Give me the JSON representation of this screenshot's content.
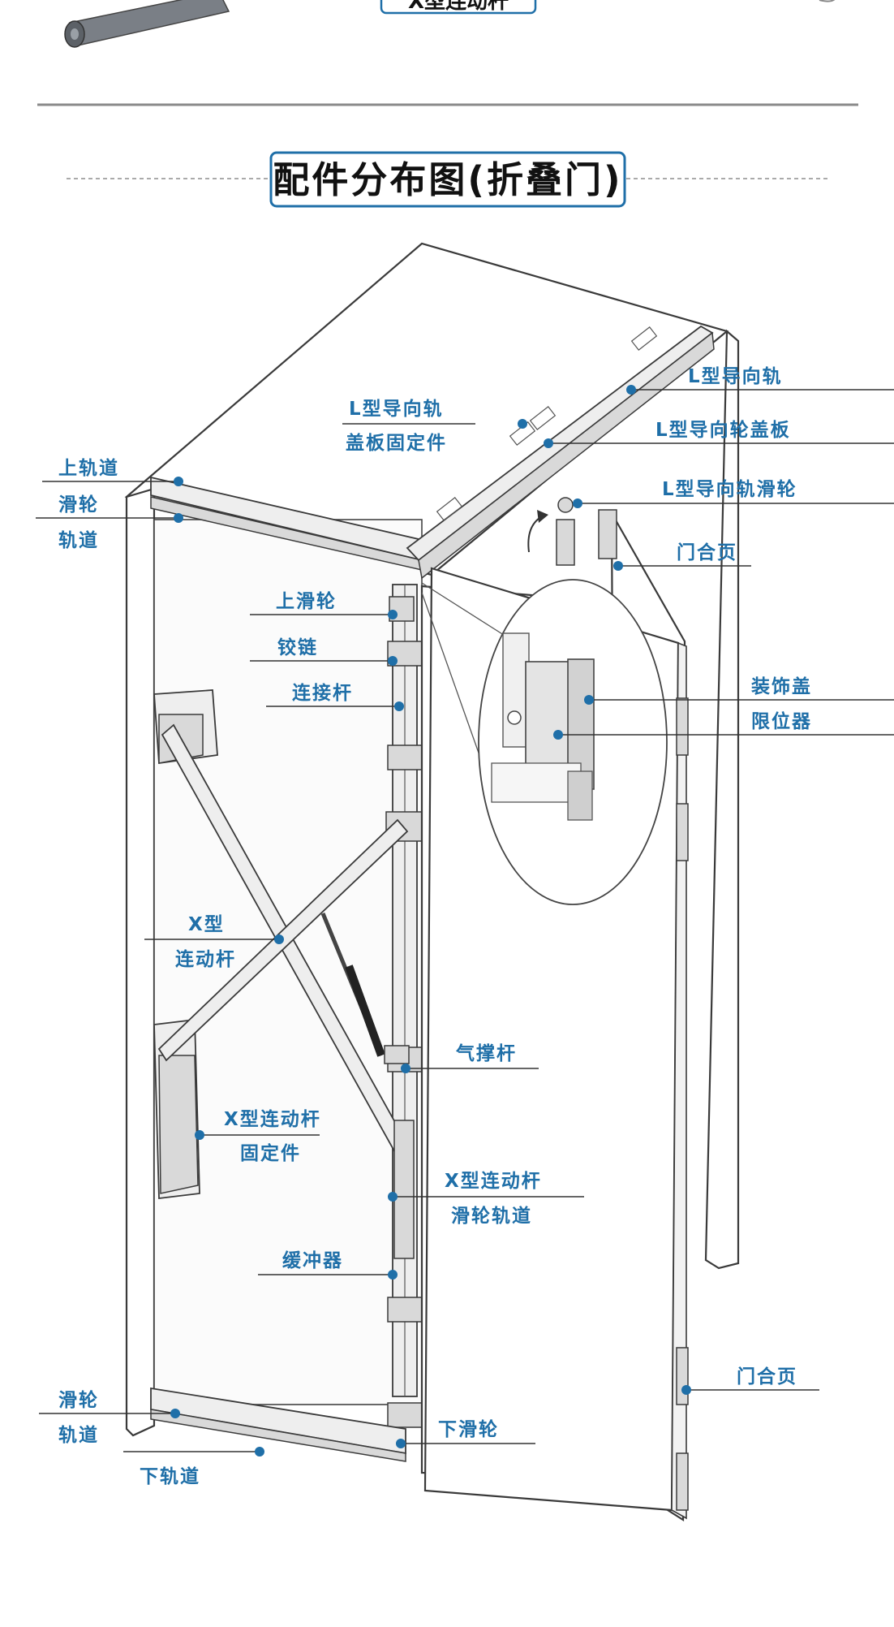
{
  "top_banner": {
    "text": "X型连动杆"
  },
  "section_title": "配件分布图(折叠门)",
  "labels": {
    "l_guide_rail": "L型导向轨",
    "l_guide_cover_fix_1": "L型导向轨",
    "l_guide_cover_fix_2": "盖板固定件",
    "l_guide_wheel_cover": "L型导向轮盖板",
    "top_track": "上轨道",
    "pulley_track_top_1": "滑轮",
    "pulley_track_top_2": "轨道",
    "l_guide_rail_pulley": "L型导向轨滑轮",
    "door_hinge_top": "门合页",
    "top_pulley": "上滑轮",
    "hinge": "铰链",
    "connecting_rod": "连接杆",
    "decor_cover": "装饰盖",
    "limiter": "限位器",
    "x_link_1": "X型",
    "x_link_2": "连动杆",
    "gas_strut": "气撑杆",
    "x_link_fix_1": "X型连动杆",
    "x_link_fix_2": "固定件",
    "x_link_track_1": "X型连动杆",
    "x_link_track_2": "滑轮轨道",
    "buffer": "缓冲器",
    "door_hinge_bottom": "门合页",
    "pulley_track_bottom_1": "滑轮",
    "pulley_track_bottom_2": "轨道",
    "bottom_pulley": "下滑轮",
    "bottom_track": "下轨道"
  },
  "colors": {
    "label": "#1f6fa8",
    "title_border": "#1f6fa8",
    "line": "#333333"
  }
}
